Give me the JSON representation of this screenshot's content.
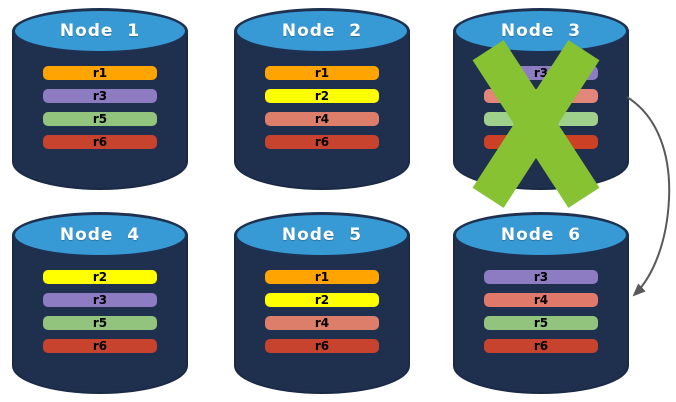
{
  "diagram": {
    "colors": {
      "node_body": "#1F2F4E",
      "node_top": "#389AD5",
      "node_title_text": "#FFFFFF",
      "replica_label_text": "#000000",
      "failure_cross": "#86C232",
      "arrow": "#595959"
    },
    "nodes": [
      {
        "title": "Node  1",
        "failed": false,
        "replicas": [
          {
            "label": "r1",
            "color": "#FFA400"
          },
          {
            "label": "r3",
            "color": "#8E7CC3"
          },
          {
            "label": "r5",
            "color": "#93C47D"
          },
          {
            "label": "r6",
            "color": "#C7432E"
          }
        ]
      },
      {
        "title": "Node  2",
        "failed": false,
        "replicas": [
          {
            "label": "r1",
            "color": "#FFA400"
          },
          {
            "label": "r2",
            "color": "#FFFF00"
          },
          {
            "label": "r4",
            "color": "#DD7E6B"
          },
          {
            "label": "r6",
            "color": "#C7432E"
          }
        ]
      },
      {
        "title": "Node  3",
        "failed": true,
        "replicas": [
          {
            "label": "r3",
            "color": "#8E7CC3"
          },
          {
            "label": "r4",
            "color": "#E2857A"
          },
          {
            "label": "r5",
            "color": "#9FD08C"
          },
          {
            "label": "r6",
            "color": "#CC4125"
          }
        ]
      },
      {
        "title": "Node  4",
        "failed": false,
        "replicas": [
          {
            "label": "r2",
            "color": "#FFFF00"
          },
          {
            "label": "r3",
            "color": "#8E7CC3"
          },
          {
            "label": "r5",
            "color": "#93C47D"
          },
          {
            "label": "r6",
            "color": "#C7432E"
          }
        ]
      },
      {
        "title": "Node  5",
        "failed": false,
        "replicas": [
          {
            "label": "r1",
            "color": "#FFA400"
          },
          {
            "label": "r2",
            "color": "#FFFF00"
          },
          {
            "label": "r4",
            "color": "#DD7E6B"
          },
          {
            "label": "r6",
            "color": "#C7432E"
          }
        ]
      },
      {
        "title": "Node  6",
        "failed": false,
        "replicas": [
          {
            "label": "r3",
            "color": "#8E7CC3"
          },
          {
            "label": "r4",
            "color": "#E0796A"
          },
          {
            "label": "r5",
            "color": "#93C47D"
          },
          {
            "label": "r6",
            "color": "#C7432E"
          }
        ]
      }
    ],
    "arrow": {
      "from": "Node 3",
      "to": "Node 6",
      "color": "#595959"
    }
  }
}
